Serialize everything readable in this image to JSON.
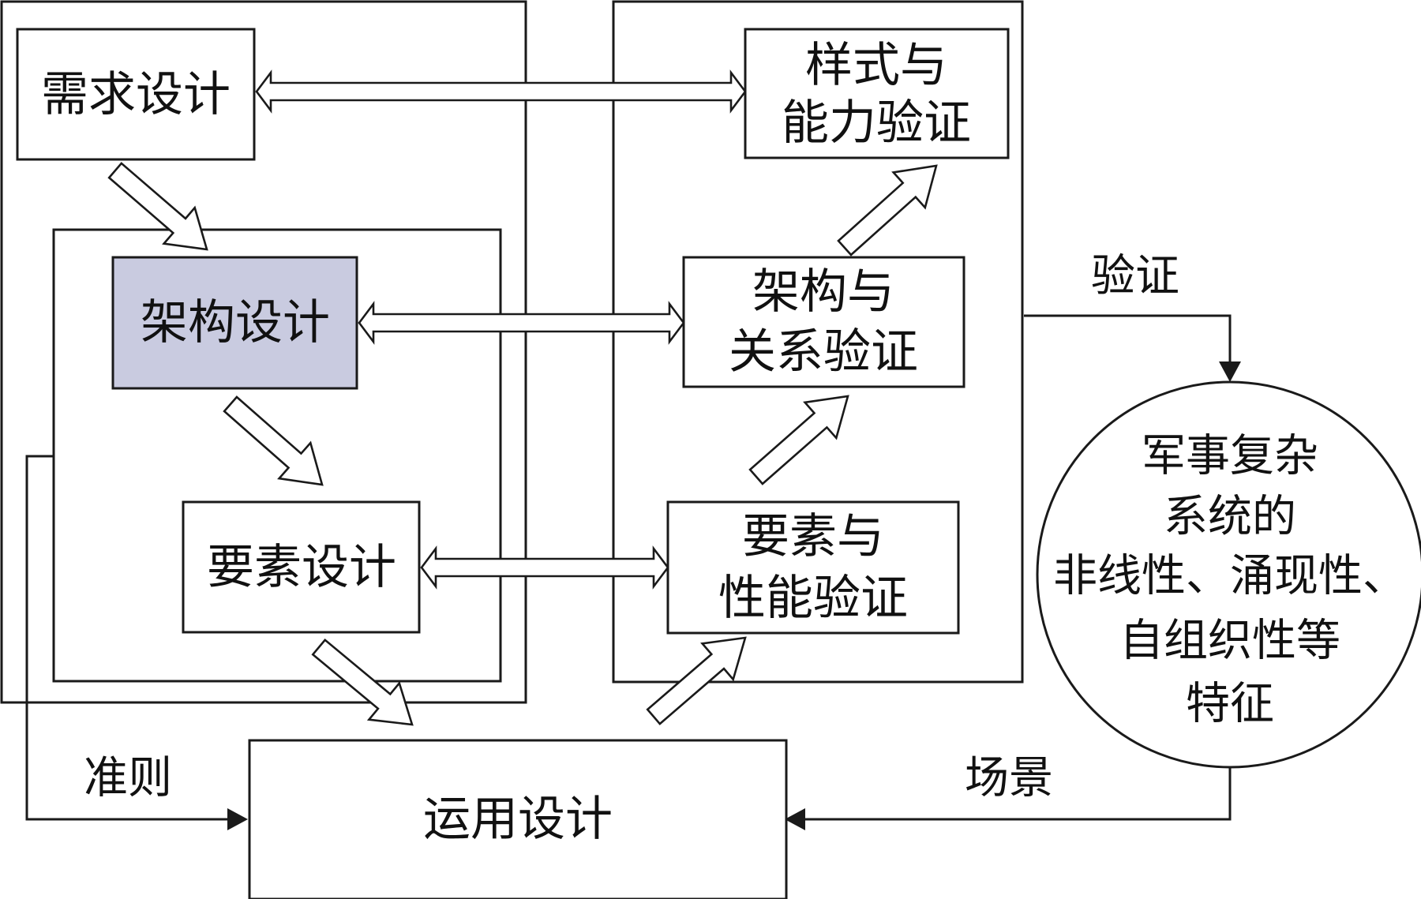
{
  "nodes": {
    "requirement_design": "需求设计",
    "architecture_design": "架构设计",
    "element_design": "要素设计",
    "operation_design": "运用设计",
    "style_capability_verification": [
      "样式与",
      "能力验证"
    ],
    "architecture_relation_verification": [
      "架构与",
      "关系验证"
    ],
    "element_performance_verification": [
      "要素与",
      "性能验证"
    ],
    "complex_system_features": [
      "军事复杂",
      "系统的",
      "非线性、涌现性、",
      "自组织性等",
      "特征"
    ]
  },
  "edge_labels": {
    "verification": "验证",
    "criteria": "准则",
    "scenario": "场景"
  },
  "colors": {
    "highlight_fill": "#c9cbe0",
    "stroke": "#1a1a1a"
  }
}
